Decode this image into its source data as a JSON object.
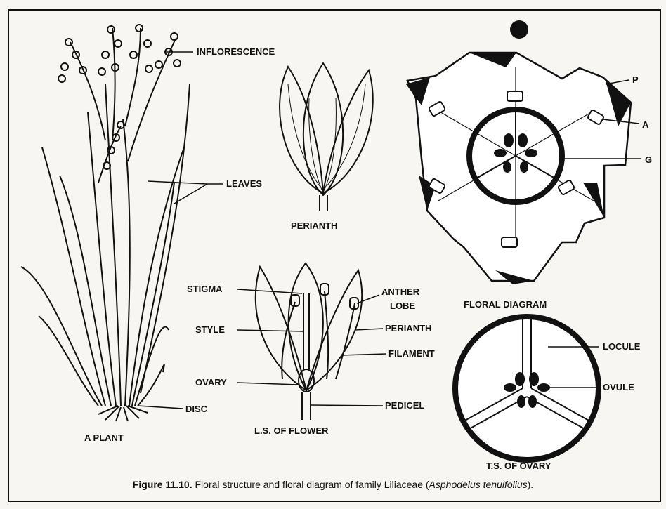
{
  "labels": {
    "inflorescence": "INFLORESCENCE",
    "leaves": "LEAVES",
    "disc": "DISC",
    "a_plant": "A PLANT",
    "perianth_title": "PERIANTH",
    "stigma": "STIGMA",
    "style": "STYLE",
    "ovary": "OVARY",
    "anther_lobe_1": "ANTHER",
    "anther_lobe_2": "LOBE",
    "perianth": "PERIANTH",
    "filament": "FILAMENT",
    "pedicel": "PEDICEL",
    "ls_flower": "L.S. OF FLOWER",
    "floral_diagram": "FLORAL DIAGRAM",
    "p": "P",
    "a": "A",
    "g": "G",
    "locule": "LOCULE",
    "ovule": "OVULE",
    "ts_ovary": "T.S. OF OVARY"
  },
  "caption": {
    "figure_no": "Figure 11.10.",
    "text": " Floral structure and floral diagram of family Liliaceae (",
    "species": "Asphodelus tenuifolius",
    "end": ")."
  }
}
